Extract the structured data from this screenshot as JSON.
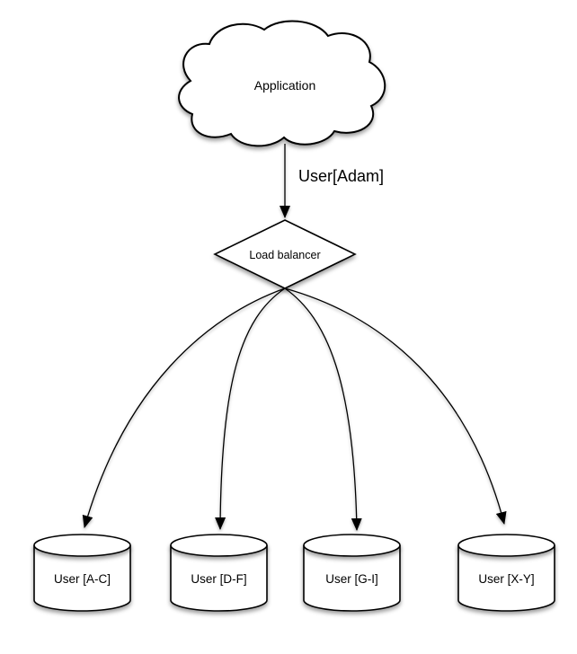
{
  "diagram": {
    "colors": {
      "line": "#000000",
      "shape_fill": "#ffffff",
      "background": "#ffffff",
      "text": "#000000"
    },
    "nodes": {
      "application": {
        "label": "Application",
        "shape": "cloud"
      },
      "load_balancer": {
        "label": "Load balancer",
        "shape": "diamond"
      },
      "shards": [
        {
          "label": "User [A-C]",
          "shape": "cylinder"
        },
        {
          "label": "User [D-F]",
          "shape": "cylinder"
        },
        {
          "label": "User [G-I]",
          "shape": "cylinder"
        },
        {
          "label": "User [X-Y]",
          "shape": "cylinder"
        }
      ]
    },
    "edges": {
      "app_to_lb": {
        "label": "User[Adam]"
      },
      "lb_to_shards_count": 4
    }
  }
}
